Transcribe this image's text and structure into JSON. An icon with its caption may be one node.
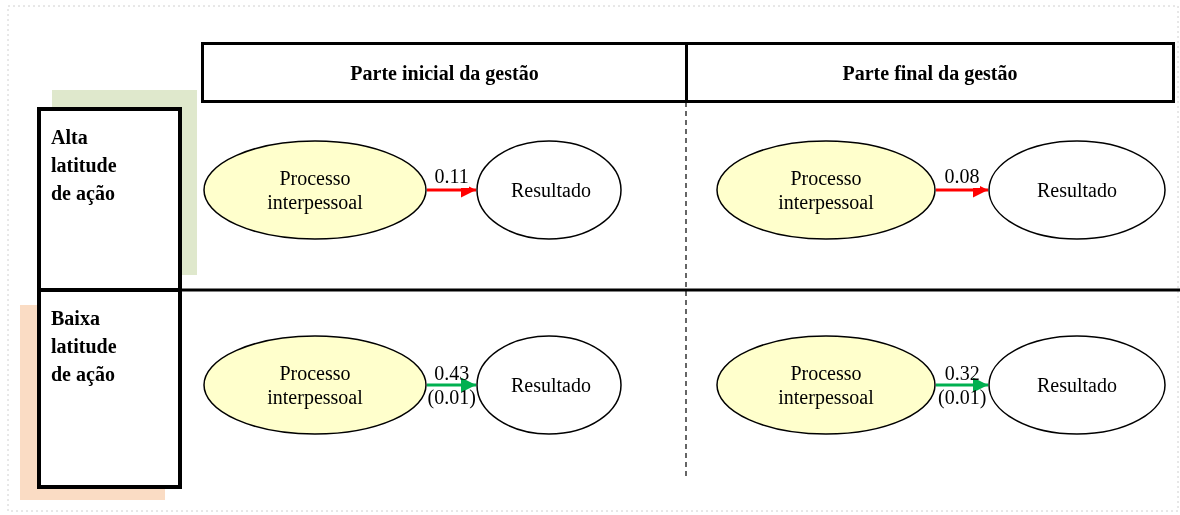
{
  "diagram": {
    "nodes": [
      {
        "text": [
          "Parte inicial da gestão"
        ]
      },
      {
        "text": [
          "Parte final da gestão"
        ]
      },
      {
        "text": [
          "Alta latitude de ação"
        ]
      },
      {
        "text": [
          "Baixa latitude de ação"
        ]
      },
      {
        "text": [
          "Processo interpessoal"
        ]
      },
      {
        "text": [
          "Resultado"
        ]
      },
      {
        "text": [
          "Processo interpessoal"
        ]
      },
      {
        "text": [
          "Resultado"
        ]
      },
      {
        "text": [
          "Processo interpessoal"
        ]
      },
      {
        "text": [
          "Resultado"
        ]
      },
      {
        "text": [
          "Processo interpessoal"
        ]
      },
      {
        "text": [
          "Resultado"
        ]
      }
    ],
    "edges": [
      {
        "from": 4,
        "to": 5,
        "arrow": "to",
        "label": "0.11",
        "color": "#ff0000"
      },
      {
        "from": 6,
        "to": 7,
        "arrow": "to",
        "label": "0.08",
        "color": "#ff0000"
      },
      {
        "from": 8,
        "to": 9,
        "arrow": "to",
        "label": "0.43 (0.01)",
        "color": "#00b050"
      },
      {
        "from": 10,
        "to": 11,
        "arrow": "to",
        "label": "0.32 (0.01)",
        "color": "#00b050"
      }
    ]
  }
}
